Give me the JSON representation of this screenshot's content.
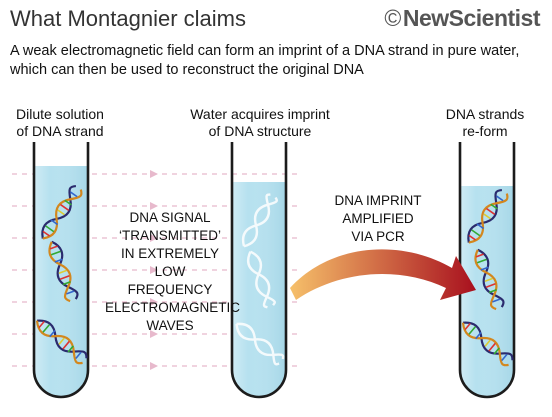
{
  "header": {
    "title": "What Montagnier claims",
    "brand": "NewScientist",
    "copyright_symbol": "©",
    "subtitle": "A weak electromagnetic field can form an imprint of a DNA strand in pure water, which can then be used to reconstruct the original DNA"
  },
  "tubes": [
    {
      "label_line1": "Dilute solution",
      "label_line2": "of DNA strand"
    },
    {
      "label_line1": "Water acquires imprint",
      "label_line2": "of DNA structure"
    },
    {
      "label_line1": "DNA strands",
      "label_line2": "re-form"
    }
  ],
  "signal_text": [
    "DNA SIGNAL",
    "‘TRANSMITTED’",
    "IN EXTREMELY LOW",
    "FREQUENCY",
    "ELECTROMAGNETIC",
    "WAVES"
  ],
  "pcr_text": [
    "DNA IMPRINT",
    "AMPLIFIED",
    "VIA PCR"
  ],
  "colors": {
    "liquid": "#b6e1ef",
    "tube_outline": "#1c1c1c",
    "wave_line": "#e7b9cc",
    "arrow_start": "#f6c06a",
    "arrow_end": "#a8101e"
  }
}
